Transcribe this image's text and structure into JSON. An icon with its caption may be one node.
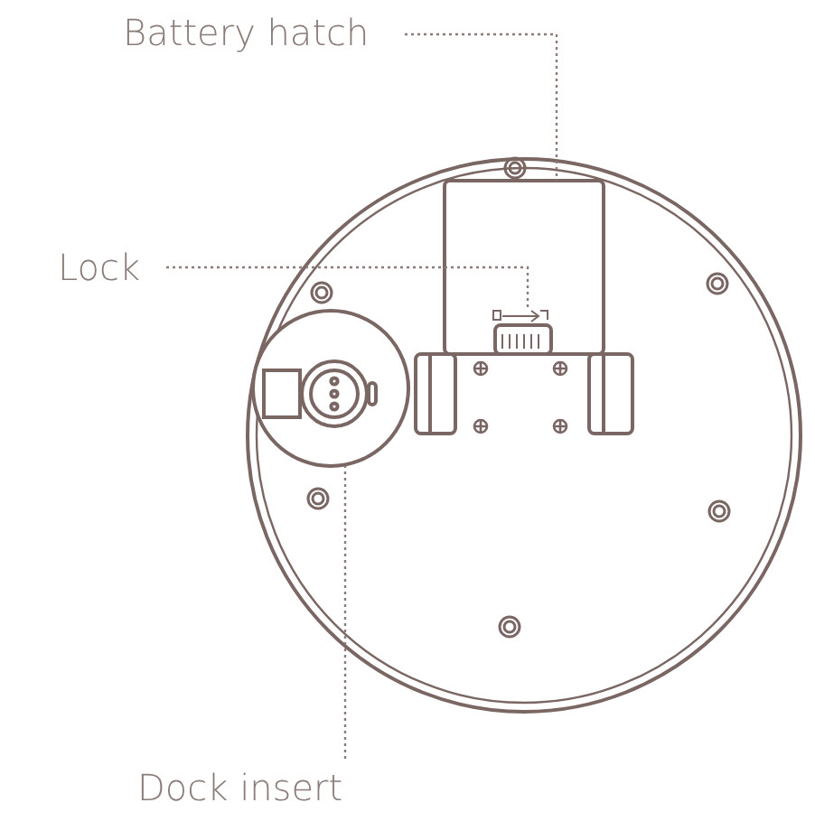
{
  "diagram": {
    "nodes": [
      {
        "text": [
          "Battery hatch"
        ]
      },
      {
        "text": [
          "Lock"
        ]
      },
      {
        "text": [
          "Dock insert"
        ]
      },
      {
        "text": [],
        "shape": "box"
      },
      {
        "text": [],
        "shape": "box",
        "in": 3
      },
      {
        "text": [],
        "shape": "circle"
      }
    ],
    "edges": [
      {
        "from": 0,
        "to": 3,
        "arrow": "none",
        "style": "dashed"
      },
      {
        "from": 1,
        "to": 4,
        "arrow": "none",
        "style": "dashed"
      },
      {
        "from": 2,
        "to": 5,
        "arrow": "none",
        "style": "dashed"
      }
    ]
  }
}
